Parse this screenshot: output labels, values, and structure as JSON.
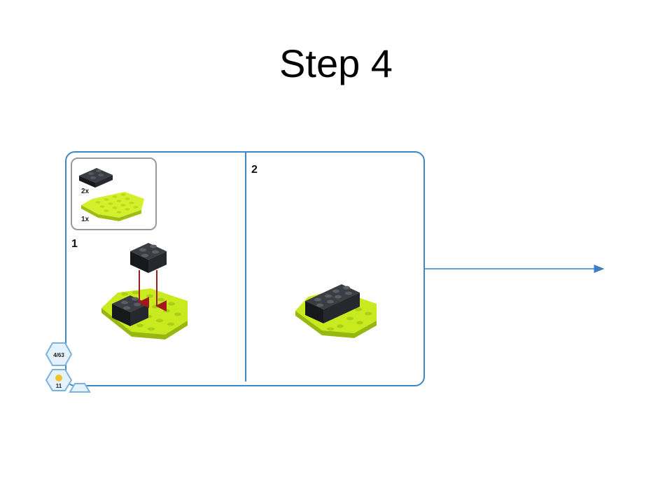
{
  "slide": {
    "title": "Step 4"
  },
  "instructions": {
    "parts_list": [
      {
        "quantity": "2x",
        "part": "black 2x2 brick"
      },
      {
        "quantity": "1x",
        "part": "lime green wedge plate"
      }
    ],
    "substeps": [
      {
        "number": "1"
      },
      {
        "number": "2"
      }
    ],
    "page_counter": "4/63",
    "parts_count": "11"
  },
  "colors": {
    "frame_blue": "#3f86c6",
    "brick_black": "#1f2226",
    "plate_lime": "#c8ea1e",
    "arrow_red": "#a31818",
    "connector_blue": "#3a7fbf"
  }
}
